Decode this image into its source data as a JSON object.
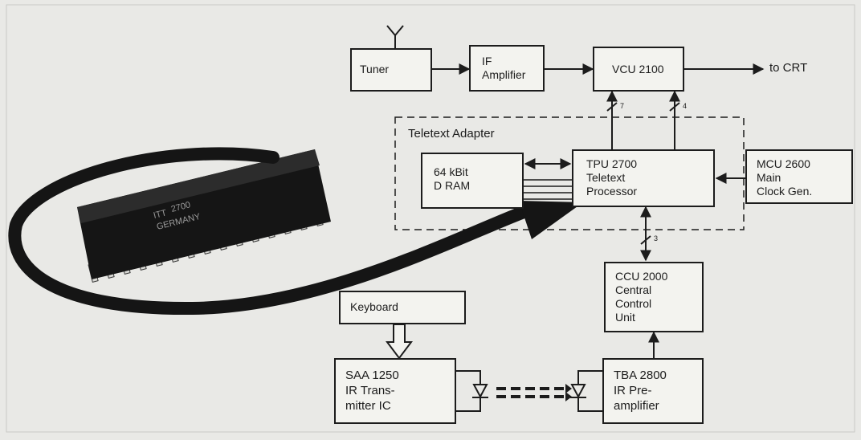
{
  "blocks": {
    "tuner": "Tuner",
    "if_amp": [
      "IF",
      "Amplifier"
    ],
    "vcu": "VCU 2100",
    "output": "to CRT",
    "adapter": "Teletext Adapter",
    "dram": [
      "64 kBit",
      "D RAM"
    ],
    "tpu": [
      "TPU 2700",
      "Teletext",
      "Processor"
    ],
    "mcu": [
      "MCU 2600",
      "Main",
      "Clock Gen."
    ],
    "ccu": [
      "CCU 2000",
      "Central",
      "Control",
      "Unit"
    ],
    "keyboard": "Keyboard",
    "saa": [
      "SAA 1250",
      "IR Trans-",
      "mitter IC"
    ],
    "tba": [
      "TBA 2800",
      "IR Pre-",
      "amplifier"
    ]
  },
  "bus_widths": {
    "tpu_to_vcu": "7",
    "vcu_return": "4",
    "tpu_ccu": "3"
  },
  "chip_marking": [
    "ITT",
    "2700",
    "GERMANY"
  ]
}
